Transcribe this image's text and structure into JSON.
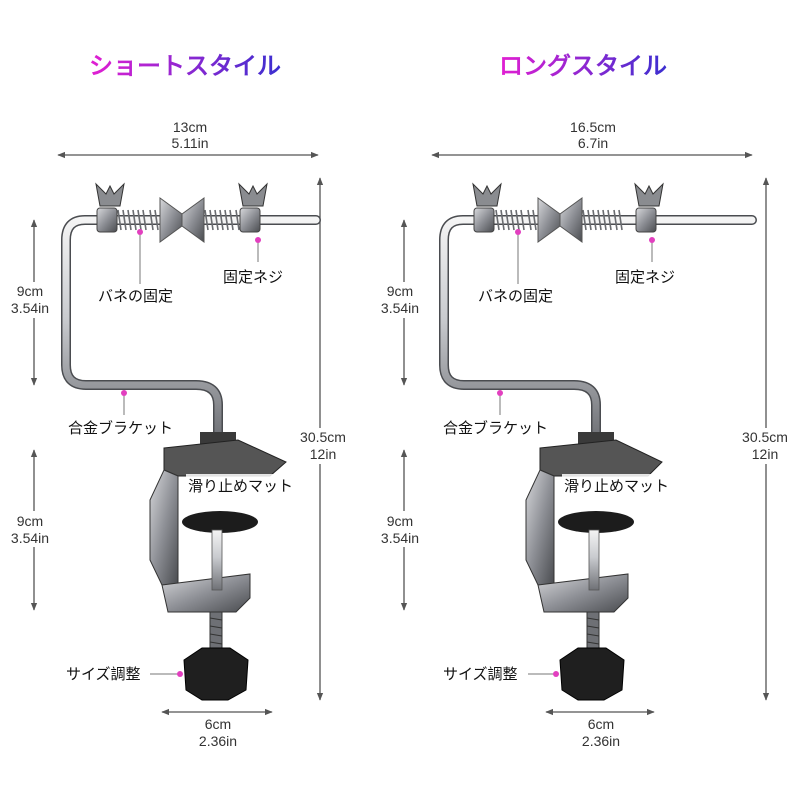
{
  "colors": {
    "title_gradient_start": "#e21fd2",
    "title_gradient_end": "#3b2fd0",
    "dimension_line": "#555555",
    "callout_marker": "#e23fbf",
    "metal": "#b9bcc1",
    "clamp_dark": "#2a2a2a"
  },
  "panels": [
    {
      "title": "ショートスタイル",
      "top_width": {
        "cm": "13cm",
        "in": "5.11in"
      },
      "upper_height": {
        "cm": "9cm",
        "in": "3.54in"
      },
      "lower_height": {
        "cm": "9cm",
        "in": "3.54in"
      },
      "total_height": {
        "cm": "30.5cm",
        "in": "12in"
      },
      "base_width": {
        "cm": "6cm",
        "in": "2.36in"
      },
      "labels": {
        "spring": "バネの固定",
        "screw": "固定ネジ",
        "bracket": "合金ブラケット",
        "pad": "滑り止めマット",
        "knob": "サイズ調整"
      }
    },
    {
      "title": "ロングスタイル",
      "top_width": {
        "cm": "16.5cm",
        "in": "6.7in"
      },
      "upper_height": {
        "cm": "9cm",
        "in": "3.54in"
      },
      "lower_height": {
        "cm": "9cm",
        "in": "3.54in"
      },
      "total_height": {
        "cm": "30.5cm",
        "in": "12in"
      },
      "base_width": {
        "cm": "6cm",
        "in": "2.36in"
      },
      "labels": {
        "spring": "バネの固定",
        "screw": "固定ネジ",
        "bracket": "合金ブラケット",
        "pad": "滑り止めマット",
        "knob": "サイズ調整"
      }
    }
  ]
}
